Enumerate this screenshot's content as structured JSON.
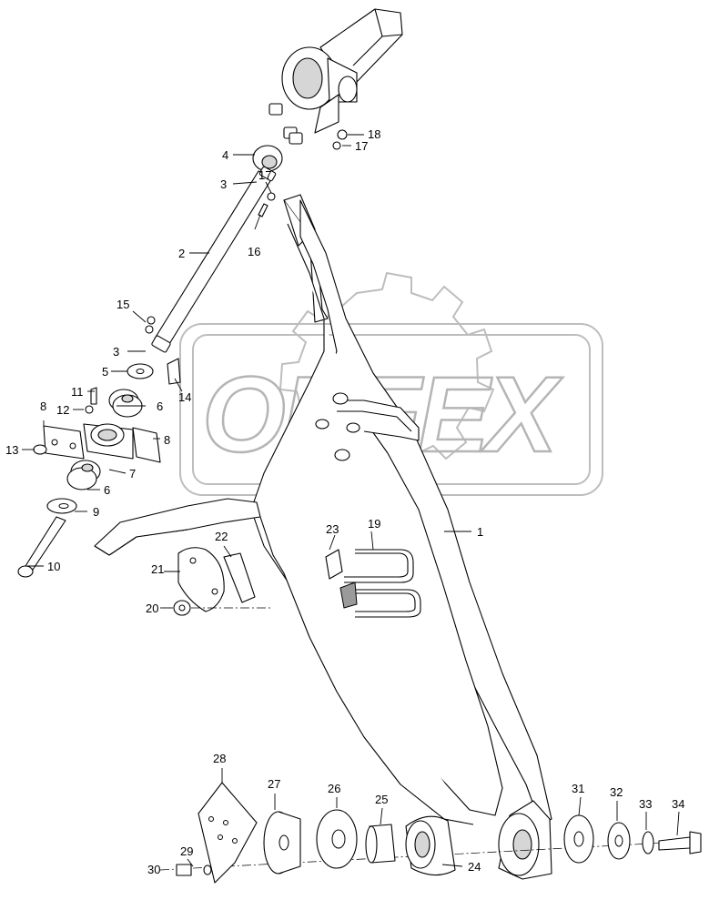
{
  "watermark": {
    "text": "ORFEX",
    "color": "#b5b5b5"
  },
  "callouts": {
    "c1": "1",
    "c2": "2",
    "c3a": "3",
    "c3b": "3",
    "c4": "4",
    "c5": "5",
    "c6a": "6",
    "c6b": "6",
    "c7": "7",
    "c8a": "8",
    "c8b": "8",
    "c9": "9",
    "c10": "10",
    "c11": "11",
    "c12": "12",
    "c13": "13",
    "c14": "14",
    "c15": "15",
    "c16": "16",
    "c17a": "17",
    "c17b": "17",
    "c18": "18",
    "c19": "19",
    "c20": "20",
    "c21": "21",
    "c22": "22",
    "c23": "23",
    "c24": "24",
    "c25": "25",
    "c26": "26",
    "c27": "27",
    "c28": "28",
    "c29": "29",
    "c30": "30",
    "c31": "31",
    "c32": "32",
    "c33": "33",
    "c34": "34"
  },
  "colors": {
    "line": "#000000",
    "background": "#ffffff",
    "watermark": "#b5b5b5"
  }
}
